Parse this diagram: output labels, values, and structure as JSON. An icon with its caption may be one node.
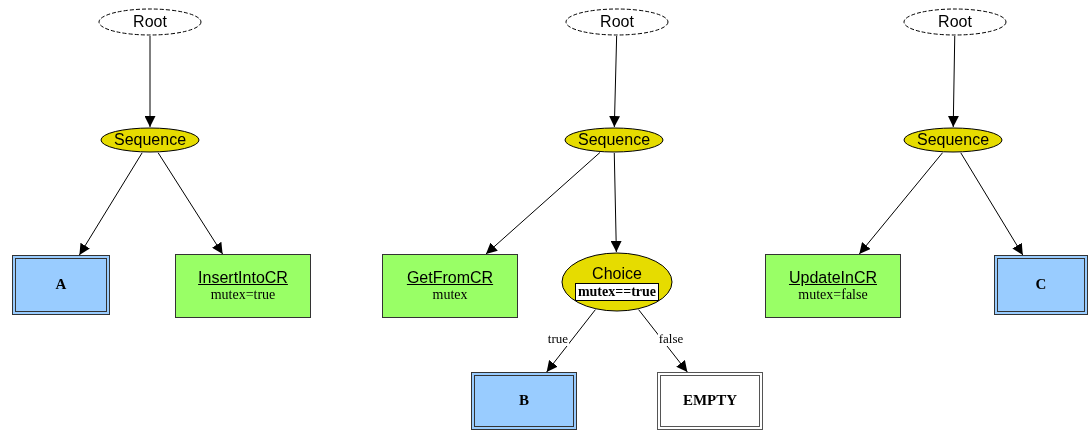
{
  "diagram": {
    "nodes": [
      {
        "text": [
          "Root"
        ]
      },
      {
        "text": [
          "Sequence"
        ]
      },
      {
        "text": [
          "A"
        ]
      },
      {
        "text": [
          "InsertIntoCR",
          "mutex=true"
        ]
      },
      {
        "text": [
          "Root"
        ]
      },
      {
        "text": [
          "Sequence"
        ]
      },
      {
        "text": [
          "GetFromCR",
          "mutex"
        ]
      },
      {
        "text": [
          "Choice",
          "mutex==true"
        ]
      },
      {
        "text": [
          "B"
        ]
      },
      {
        "text": [
          "EMPTY"
        ]
      },
      {
        "text": [
          "Root"
        ]
      },
      {
        "text": [
          "Sequence"
        ]
      },
      {
        "text": [
          "UpdateInCR",
          "mutex=false"
        ]
      },
      {
        "text": [
          "C"
        ]
      }
    ],
    "edges": [
      {
        "from": 0,
        "to": 1,
        "arrow": "to"
      },
      {
        "from": 1,
        "to": 2,
        "arrow": "to"
      },
      {
        "from": 1,
        "to": 3,
        "arrow": "to"
      },
      {
        "from": 4,
        "to": 5,
        "arrow": "to"
      },
      {
        "from": 5,
        "to": 6,
        "arrow": "to"
      },
      {
        "from": 5,
        "to": 7,
        "arrow": "to"
      },
      {
        "from": 7,
        "to": 8,
        "label": "true",
        "arrow": "to"
      },
      {
        "from": 7,
        "to": 9,
        "label": "false",
        "arrow": "to"
      },
      {
        "from": 10,
        "to": 11,
        "arrow": "to"
      },
      {
        "from": 11,
        "to": 12,
        "arrow": "to"
      },
      {
        "from": 11,
        "to": 13,
        "arrow": "to"
      }
    ]
  }
}
